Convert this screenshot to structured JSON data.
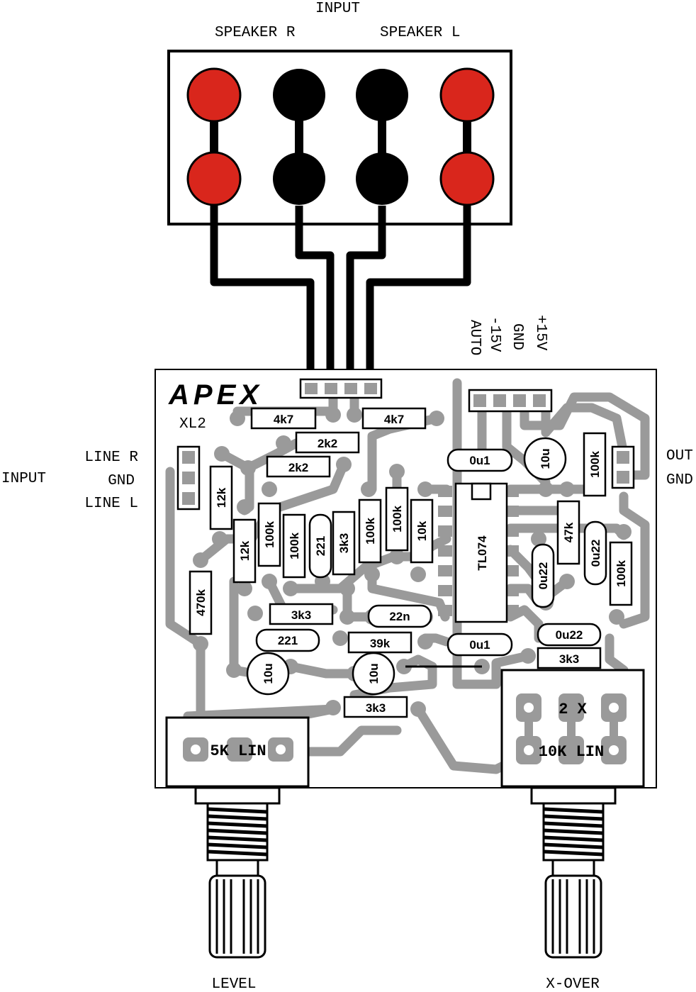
{
  "labels": {
    "input_top": "INPUT",
    "speaker_r": "SPEAKER R",
    "speaker_l": "SPEAKER L",
    "input_left": "INPUT",
    "line_r": "LINE R",
    "gnd_left": "GND",
    "line_l": "LINE L",
    "xl2": "XL2",
    "out": "OUT",
    "gnd_right": "GND",
    "p15v": "+15V",
    "gnd_power": "GND",
    "m15v": "-15V",
    "auto": "AUTO",
    "level": "LEVEL",
    "xover": "X-OVER",
    "logo": "APEX"
  },
  "pots": {
    "level_pot": "5K LIN",
    "xover_pot": "10K LIN",
    "xover_mult": "2 X"
  },
  "ic": {
    "name": "TL074"
  },
  "parts": {
    "r_4k7_a": "4k7",
    "r_4k7_b": "4k7",
    "r_2k2_a": "2k2",
    "r_2k2_b": "2k2",
    "r_12k_a": "12k",
    "r_12k_b": "12k",
    "r_470k": "470k",
    "r_100k_a": "100k",
    "r_100k_b": "100k",
    "c_221_a": "221",
    "r_3k3_a": "3k3",
    "r_100k_c": "100k",
    "r_100k_d": "100k",
    "r_10k": "10k",
    "r_3k3_b": "3k3",
    "c_22n": "22n",
    "c_221_b": "221",
    "r_39k": "39k",
    "c_10u_a": "10u",
    "c_10u_b": "10u",
    "r_3k3_c": "3k3",
    "c_0u1_a": "0u1",
    "c_0u1_b": "0u1",
    "c_10u_c": "10u",
    "r_100k_e": "100k",
    "r_47k": "47k",
    "c_0u22_a": "0u22",
    "c_0u22_b": "0u22",
    "r_100k_f": "100k",
    "c_0u22_c": "0u22",
    "r_3k3_d": "3k3"
  },
  "colors": {
    "terminal_red": "#d9261c",
    "terminal_black": "#000000",
    "trace_gray": "#9a9a9a"
  }
}
